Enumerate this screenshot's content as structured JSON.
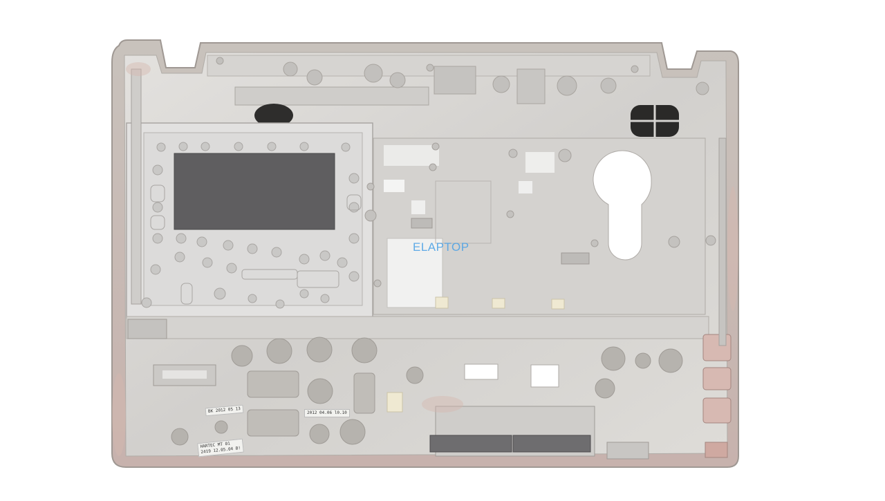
{
  "watermark": "ELAPTOP",
  "stickers": {
    "s1": "BK 2012 05 13",
    "s2": "2012 04.06 l0.10",
    "s3_line1": "HARTEC MT 01",
    "s3_line2": "2419 12.05.04 B!"
  },
  "colors": {
    "background": "#ffffff",
    "frame": "#c9c6c1",
    "metal": "#d8d6d3",
    "touchpad": "#5f5e60"
  }
}
